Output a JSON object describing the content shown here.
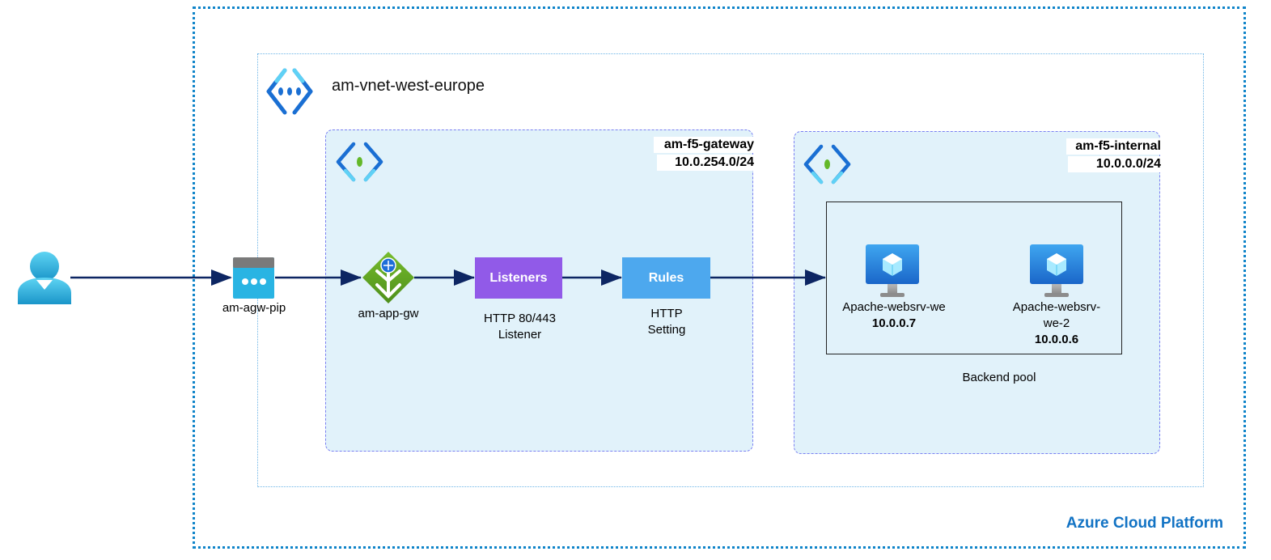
{
  "cloud": {
    "label": "Azure Cloud Platform"
  },
  "vnet": {
    "name": "am-vnet-west-europe"
  },
  "subnets": [
    {
      "name": "am-f5-gateway",
      "cidr": "10.0.254.0/24"
    },
    {
      "name": "am-f5-internal",
      "cidr": "10.0.0.0/24"
    }
  ],
  "public_ip": {
    "label": "am-agw-pip"
  },
  "app_gateway": {
    "label": "am-app-gw"
  },
  "listeners": {
    "label": "Listeners",
    "caption_line1": "HTTP 80/443",
    "caption_line2": "Listener"
  },
  "rules": {
    "label": "Rules",
    "caption_line1": "HTTP",
    "caption_line2": "Setting"
  },
  "backend_pool": {
    "label": "Backend pool",
    "vms": [
      {
        "name": "Apache-websrv-we",
        "ip": "10.0.0.7"
      },
      {
        "name_line1": "Apache-websrv-",
        "name_line2": "we-2",
        "ip": "10.0.0.6"
      }
    ]
  },
  "icons": [
    "user-icon",
    "public-ip-icon",
    "application-gateway-icon",
    "vnet-icon",
    "subnet-icon",
    "virtual-machine-icon"
  ],
  "colors": {
    "arrow": "#0d2663",
    "listeners": "#915ae8",
    "rules": "#4da8ee",
    "subnet_fill": "#e1f2fa",
    "cloud_border": "#0f84c9"
  }
}
